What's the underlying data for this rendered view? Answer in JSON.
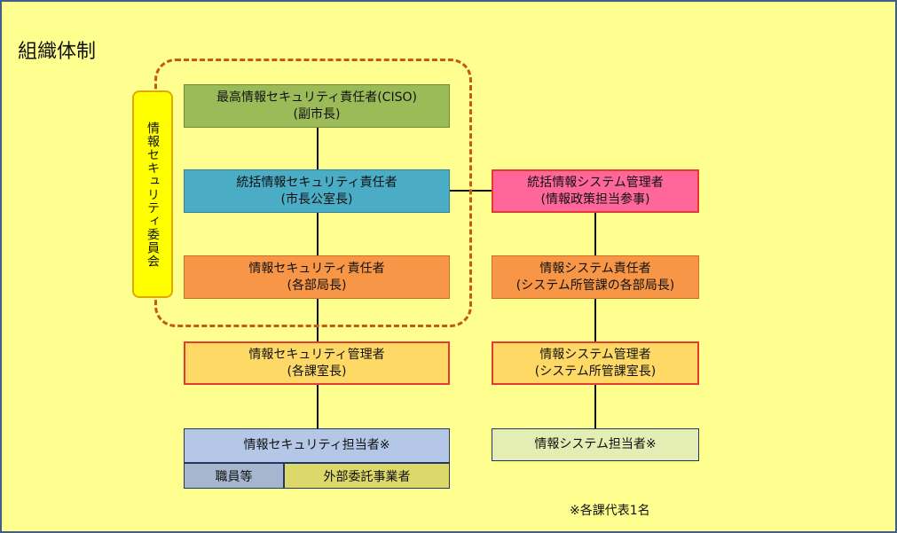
{
  "title": "組織体制",
  "committee": "情報セキュリティ委員会",
  "boxes": {
    "ciso": {
      "line1": "最高情報セキュリティ責任者(CISO)",
      "line2": "(副市長)"
    },
    "general_security": {
      "line1": "統括情報セキュリティ責任者",
      "line2": "(市長公室長)"
    },
    "security_officer": {
      "line1": "情報セキュリティ責任者",
      "line2": "(各部局長)"
    },
    "security_manager": {
      "line1": "情報セキュリティ管理者",
      "line2": "(各課室長)"
    },
    "security_staff": {
      "line1": "情報セキュリティ担当者※",
      "sub_left": "職員等",
      "sub_right": "外部委託事業者"
    },
    "general_system": {
      "line1": "統括情報システム管理者",
      "line2": "(情報政策担当参事)"
    },
    "system_officer": {
      "line1": "情報システム責任者",
      "line2": "(システム所管課の各部局長)"
    },
    "system_manager": {
      "line1": "情報システム管理者",
      "line2": "(システム所管課室長)"
    },
    "system_staff": {
      "line1": "情報システム担当者※"
    }
  },
  "footnote": "※各課代表1名"
}
